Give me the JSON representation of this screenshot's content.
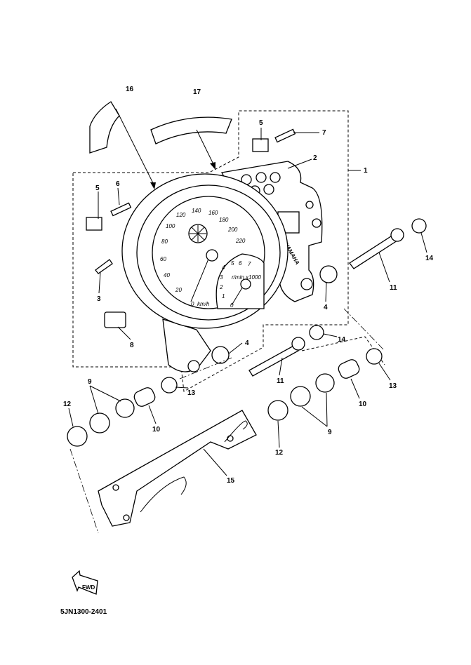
{
  "diagram": {
    "part_code": "5JN1300-2401",
    "fwd_label": "FWD",
    "brand_mark": "YAMAHA",
    "speedo": {
      "ticks": [
        "0",
        "20",
        "40",
        "60",
        "80",
        "100",
        "120",
        "140",
        "160",
        "180",
        "200",
        "220"
      ],
      "unit": "km/h"
    },
    "tacho": {
      "ticks": [
        "0",
        "1",
        "2",
        "3",
        "4",
        "5",
        "6",
        "7"
      ],
      "unit": "r/min x1000"
    },
    "callouts": [
      {
        "id": "c16",
        "label": "16"
      },
      {
        "id": "c17",
        "label": "17"
      },
      {
        "id": "c5a",
        "label": "5"
      },
      {
        "id": "c7",
        "label": "7"
      },
      {
        "id": "c2",
        "label": "2"
      },
      {
        "id": "c1",
        "label": "1"
      },
      {
        "id": "c5b",
        "label": "5"
      },
      {
        "id": "c6",
        "label": "6"
      },
      {
        "id": "c3",
        "label": "3"
      },
      {
        "id": "c8",
        "label": "8"
      },
      {
        "id": "c4a",
        "label": "4"
      },
      {
        "id": "c11a",
        "label": "11"
      },
      {
        "id": "c14a",
        "label": "14"
      },
      {
        "id": "c14b",
        "label": "14"
      },
      {
        "id": "c4b",
        "label": "4"
      },
      {
        "id": "c11b",
        "label": "11"
      },
      {
        "id": "c13a",
        "label": "13"
      },
      {
        "id": "c10a",
        "label": "10"
      },
      {
        "id": "c9a",
        "label": "9"
      },
      {
        "id": "c12a",
        "label": "12"
      },
      {
        "id": "c13b",
        "label": "13"
      },
      {
        "id": "c10b",
        "label": "10"
      },
      {
        "id": "c15",
        "label": "15"
      },
      {
        "id": "c12b",
        "label": "12"
      },
      {
        "id": "c9b",
        "label": "9"
      }
    ]
  }
}
